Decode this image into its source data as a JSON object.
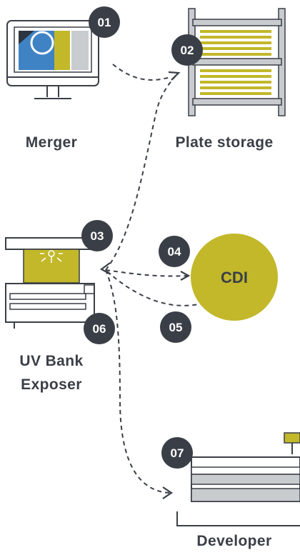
{
  "colors": {
    "ink": "#3a3f47",
    "accent": "#c2b82a",
    "blue": "#3f83c4",
    "grey": "#c9cccf",
    "badge": "#3a3f47"
  },
  "nodes": {
    "merger": {
      "label": "Merger",
      "badge": "01",
      "icon": "monitor-icon"
    },
    "plate_storage": {
      "label": "Plate storage",
      "badge": "02",
      "icon": "plate-rack-icon"
    },
    "uv_bank": {
      "label_line1": "UV Bank",
      "label_line2": "Exposer",
      "badges": [
        "03",
        "06"
      ],
      "icon": "uv-exposer-icon"
    },
    "cdi": {
      "label": "CDI",
      "badges": [
        "04",
        "05"
      ]
    },
    "developer": {
      "label": "Developer",
      "badge": "07",
      "icon": "developer-machine-icon"
    }
  }
}
